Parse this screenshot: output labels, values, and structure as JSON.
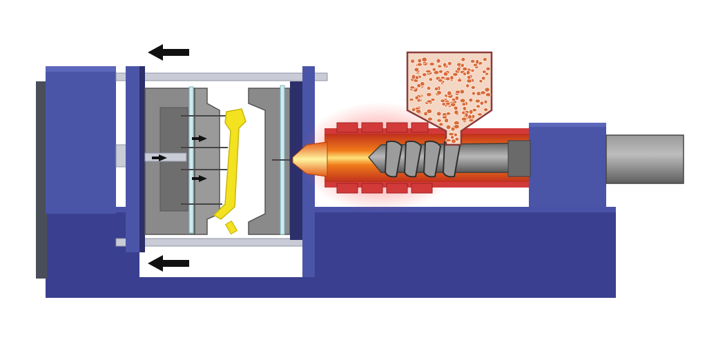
{
  "diagram": {
    "type": "injection-molding-machine-cross-section",
    "labels": [],
    "components": {
      "machine_base": {
        "name": "machine-base",
        "color": "#3a3f8f"
      },
      "clamping_unit": {
        "name": "clamping-unit",
        "color": "#4a55a8"
      },
      "tie_bars": {
        "name": "tie-bars",
        "color": "#c9ccd6"
      },
      "moving_mold": {
        "name": "moving-mold-half",
        "color": "#7c7c7c"
      },
      "fixed_mold": {
        "name": "fixed-mold-half",
        "color": "#7c7c7c"
      },
      "ejector_pins": {
        "name": "ejector-pins",
        "color": "#555555"
      },
      "molded_part": {
        "name": "ejected-molded-part",
        "color": "#f2e21f"
      },
      "heater_bands": {
        "name": "heater-bands",
        "color": "#d23a3a"
      },
      "barrel_heat": {
        "name": "heated-barrel",
        "color": "#f08a1e"
      },
      "screw": {
        "name": "reciprocating-screw",
        "color": "#8a8a8a"
      },
      "hopper": {
        "name": "material-hopper",
        "color": "#f4d6c4"
      },
      "pellets": {
        "name": "plastic-pellets",
        "color": "#d96a3a"
      },
      "hydraulic_cylinder": {
        "name": "injection-cylinder",
        "color": "#6f6f6f"
      }
    },
    "arrows": [
      {
        "name": "mold-opening-arrow-top",
        "direction": "left"
      },
      {
        "name": "mold-opening-arrow-bottom",
        "direction": "left"
      },
      {
        "name": "ejector-motion-arrow",
        "direction": "right"
      }
    ]
  }
}
